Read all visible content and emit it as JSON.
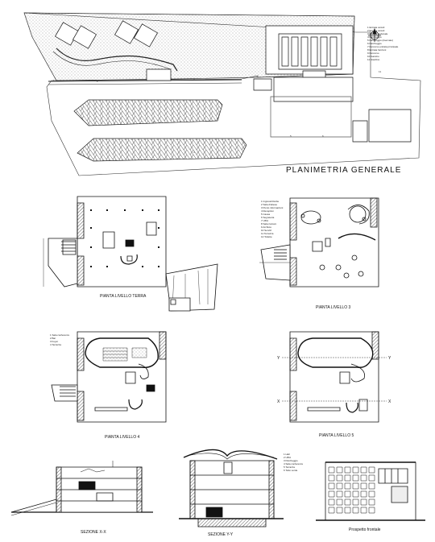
{
  "site_plan": {
    "title": "PLANIMETRIA  GENERALE",
    "legend": [
      "1 Entrata veicoli",
      "2 Entrata veicoli",
      "3 Entrata pedonale",
      "4 Parcheggio",
      "5 Parcheggio (riservato)",
      "6 Parcheggio",
      "7 Percorso entrata principale",
      "8 Entrata funzioni",
      "9 Percorso",
      "10 Gazebo",
      "11 Giardino"
    ]
  },
  "plans": [
    {
      "caption": "PIANTA LIVELLO TERRA"
    },
    {
      "caption": "PIANTA LIVELLO 3",
      "legend": [
        "1 Ingressi/Uscite",
        "2 Sala d'attesa",
        "3 Punto informazioni",
        "4 Reception",
        "5 Cassa",
        "6 Segreteria",
        "7 Uffici",
        "8 Sala riunioni",
        "9 Archivio",
        "10 Servizi",
        "11 Terrazza",
        "12 Toilette"
      ]
    },
    {
      "caption": "PIANTA LIVELLO 4",
      "legend": [
        "1 Sala conferenze",
        "2 Bar",
        "3 Foyer",
        "4 Terrazza"
      ]
    },
    {
      "caption": "PIANTA LIVELLO 5"
    }
  ],
  "sections": [
    {
      "caption": "SEZIONE X-X"
    },
    {
      "caption": "SEZIONE Y-Y",
      "legend": [
        "1 Hall",
        "2 Uffici",
        "3 Parcheggio",
        "4 Sala conferenze",
        "5 Terrazza",
        "6 Tetto verde"
      ]
    },
    {
      "caption": "Prospetto frontale"
    }
  ]
}
